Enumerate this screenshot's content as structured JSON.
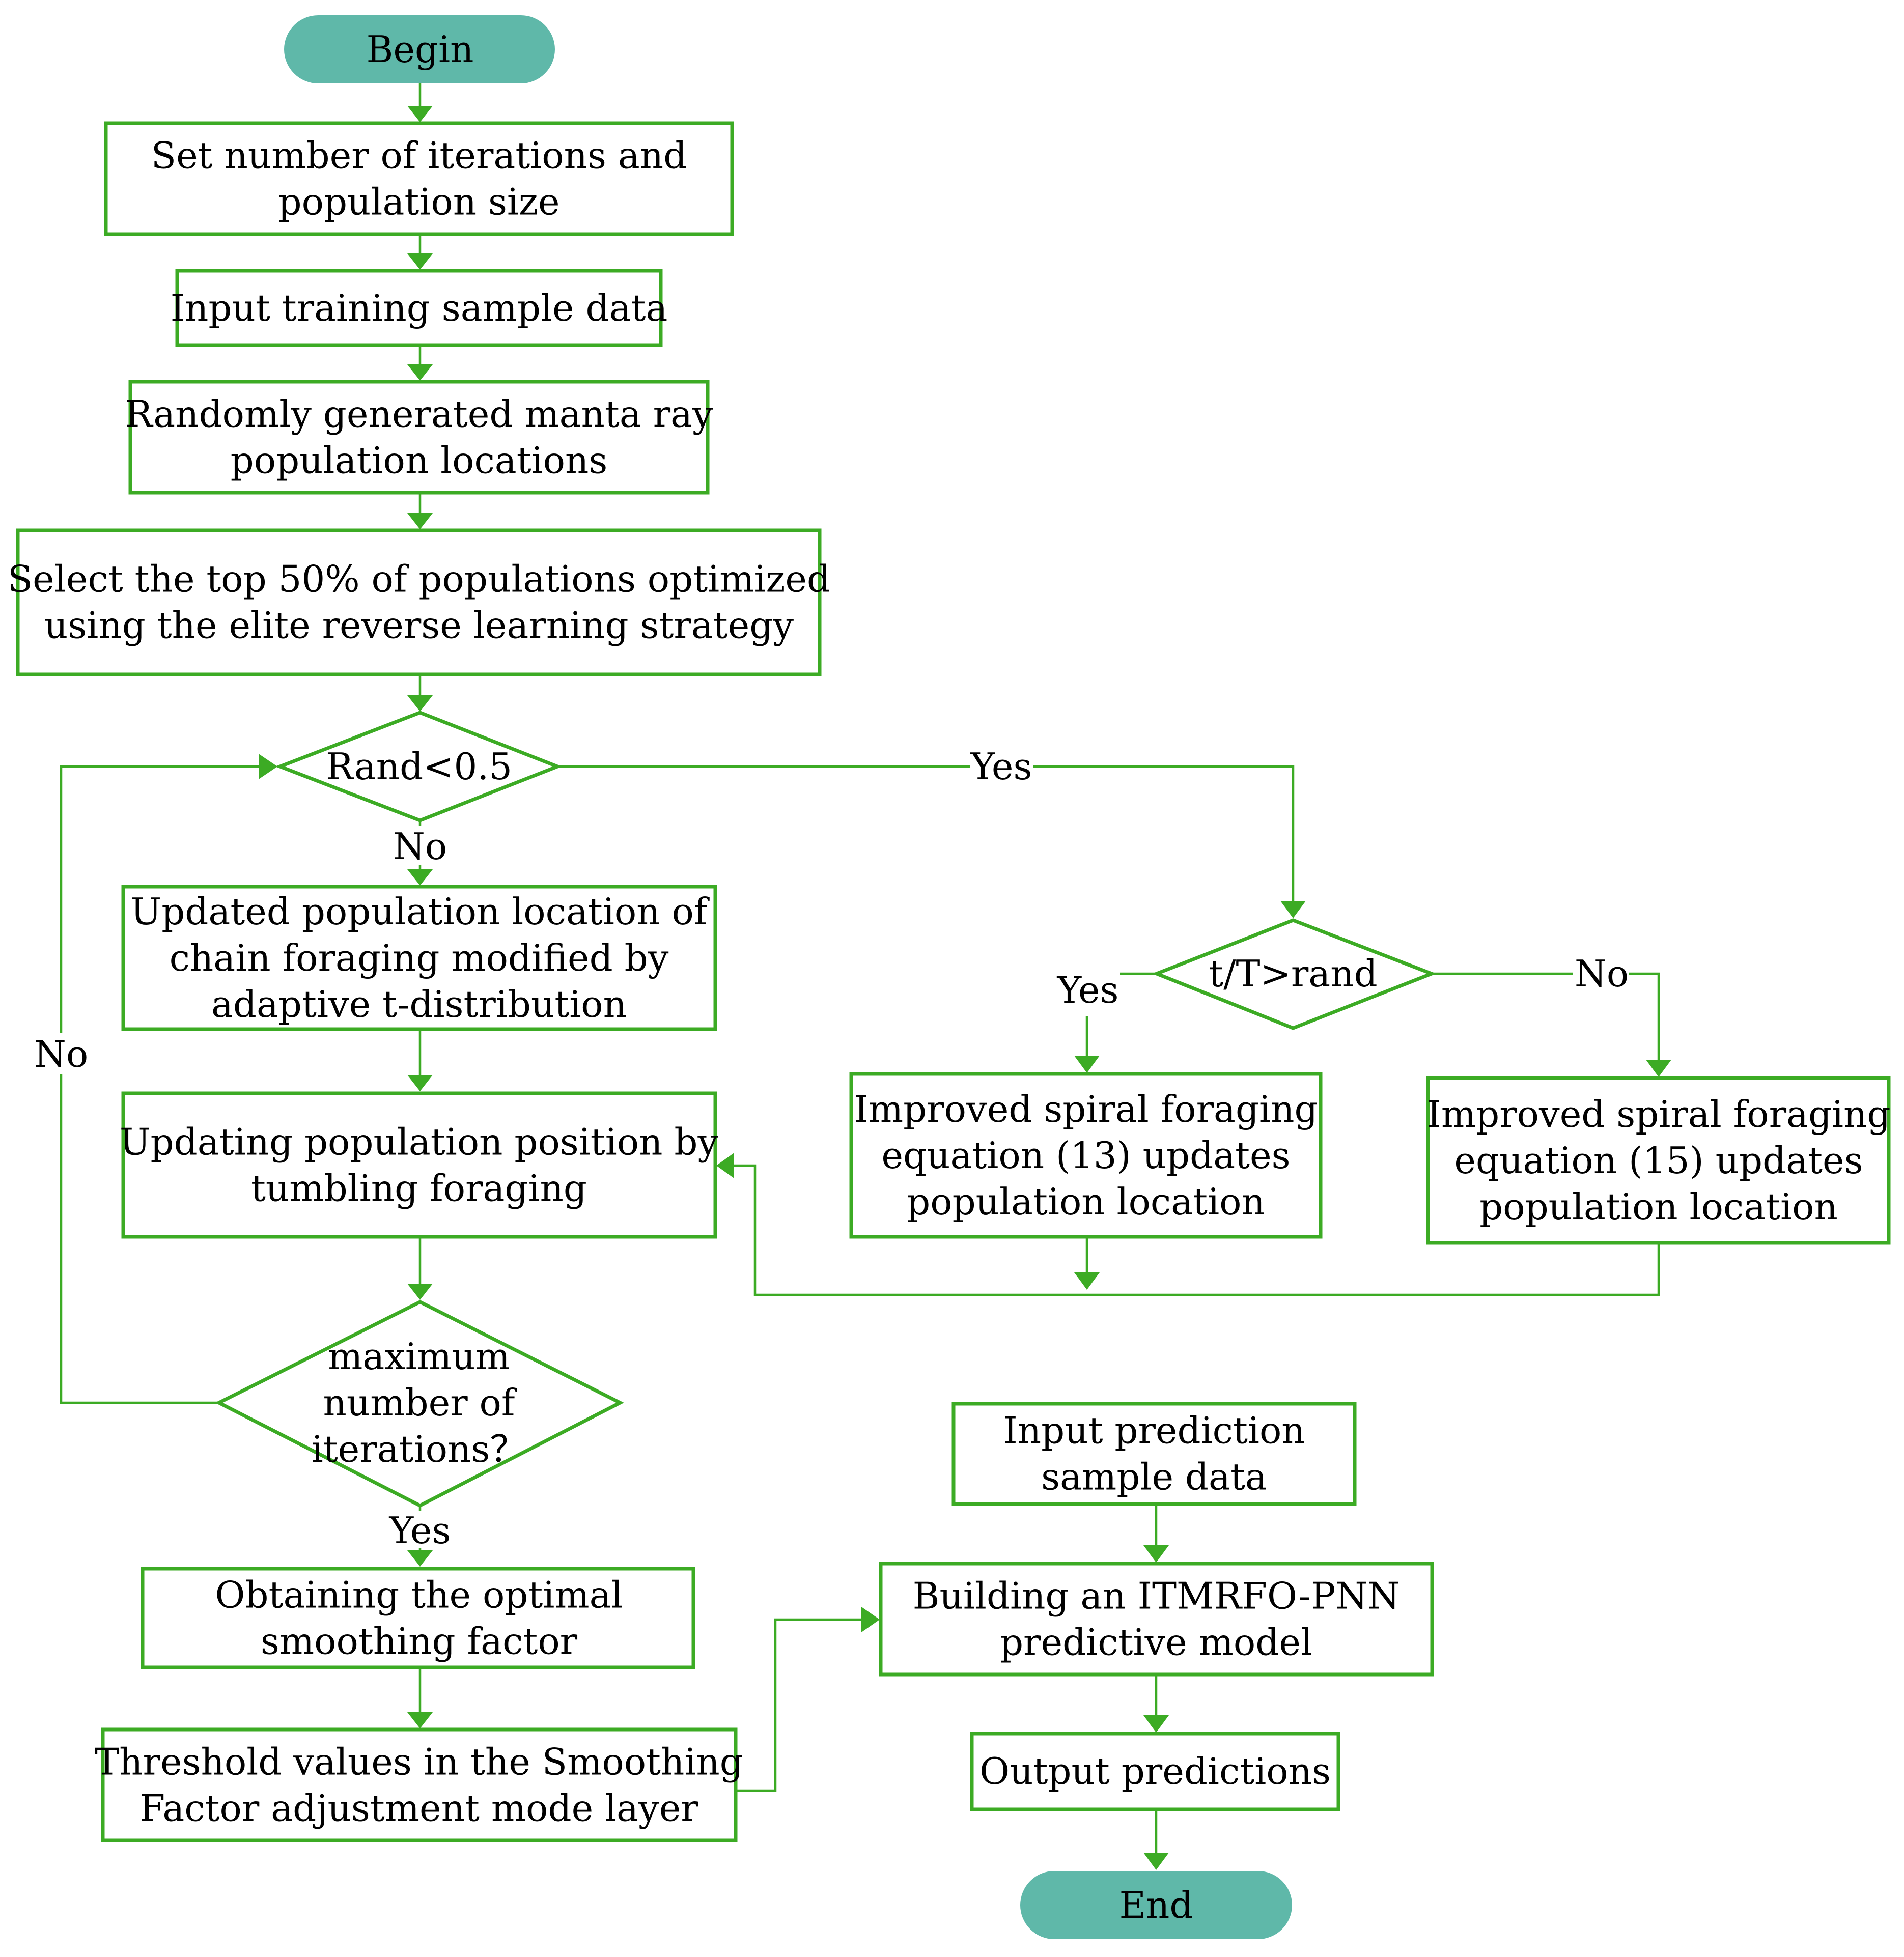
{
  "nodes": {
    "begin": {
      "lines": [
        "Begin"
      ]
    },
    "set_iterations": {
      "lines": [
        "Set number of iterations and",
        "population size"
      ]
    },
    "input_training": {
      "lines": [
        "Input training sample data"
      ]
    },
    "random_population": {
      "lines": [
        "Randomly generated manta ray",
        "population locations"
      ]
    },
    "select_top": {
      "lines": [
        "Select the top 50% of populations optimized",
        "using the elite reverse learning strategy"
      ]
    },
    "rand_decision": {
      "lines": [
        "Rand<0.5"
      ]
    },
    "chain_foraging": {
      "lines": [
        "Updated population location of",
        "chain foraging modified by",
        "adaptive t-distribution"
      ]
    },
    "tumbling_foraging": {
      "lines": [
        "Updating population position by",
        "tumbling foraging"
      ]
    },
    "max_iter_decision": {
      "lines": [
        "maximum",
        "number of",
        "iterations？"
      ]
    },
    "t_decision": {
      "lines": [
        "t/T>rand"
      ]
    },
    "spiral_13": {
      "lines": [
        "Improved spiral foraging",
        "equation (13) updates",
        "population location"
      ]
    },
    "spiral_15": {
      "lines": [
        "Improved spiral foraging",
        "equation (15) updates",
        "population location"
      ]
    },
    "optimal_smoothing": {
      "lines": [
        "Obtaining the optimal",
        "smoothing factor"
      ]
    },
    "threshold_values": {
      "lines": [
        "Threshold values in the Smoothing",
        "Factor adjustment mode layer"
      ]
    },
    "input_prediction": {
      "lines": [
        "Input prediction",
        "sample data"
      ]
    },
    "build_model": {
      "lines": [
        "Building an ITMRFO-PNN",
        "predictive model"
      ]
    },
    "output_predictions": {
      "lines": [
        "Output predictions"
      ]
    },
    "end": {
      "lines": [
        "End"
      ]
    }
  },
  "edge_labels": {
    "rand_yes": "Yes",
    "rand_no": "No",
    "t_yes": "Yes",
    "t_no": "No",
    "loop_no": "No",
    "max_yes": "Yes"
  },
  "colors": {
    "stroke": "#3cab24",
    "terminal_fill": "#5fb8a9",
    "text": "#000000",
    "background": "#ffffff"
  }
}
